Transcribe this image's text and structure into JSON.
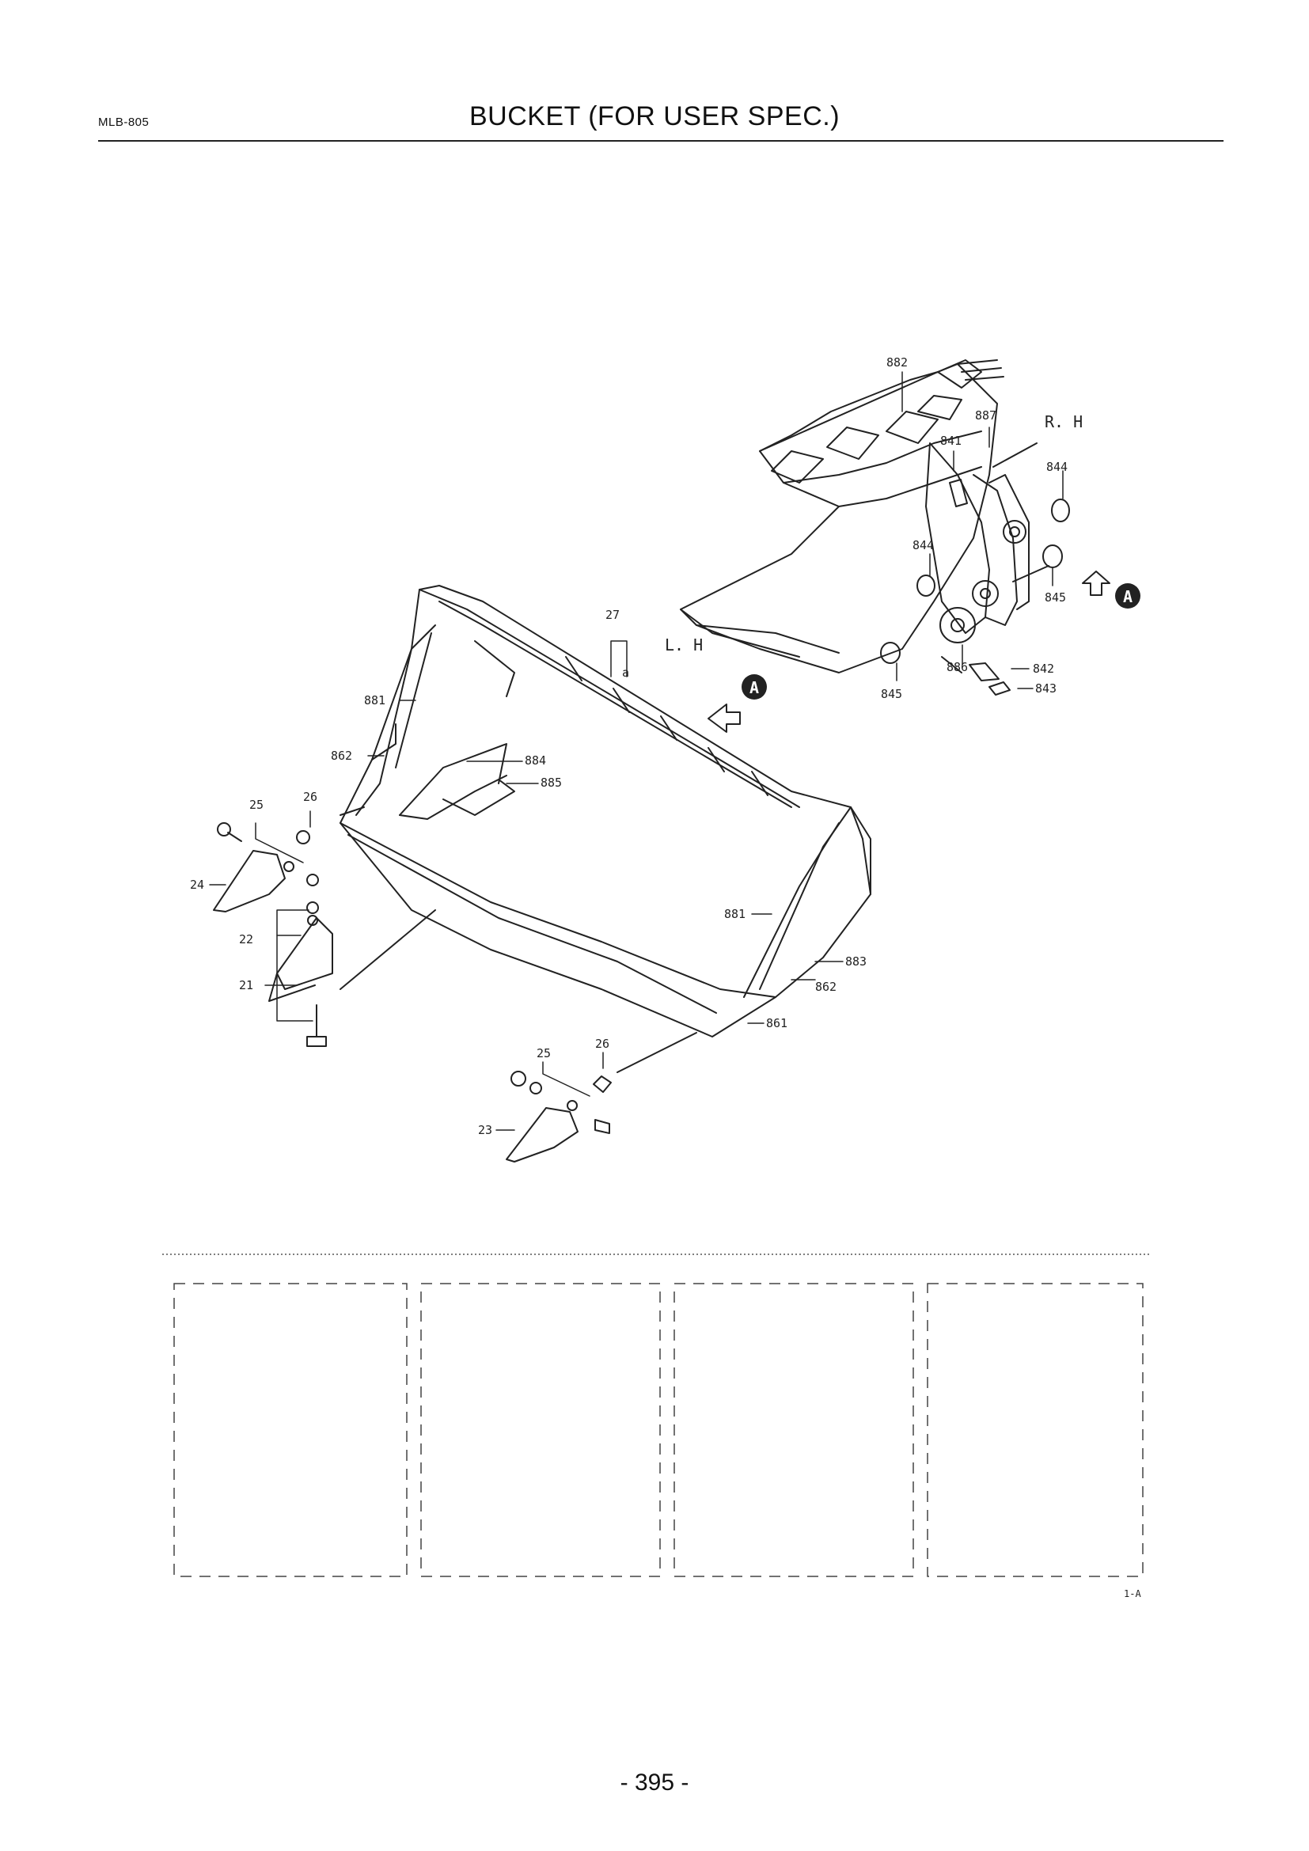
{
  "header": {
    "doc_code": "MLB-805",
    "title": "BUCKET (FOR USER SPEC.)"
  },
  "diagram": {
    "view_labels": {
      "right_hand": "R. H",
      "left_hand": "L. H",
      "detail": "A"
    },
    "callouts": {
      "c882": "882",
      "c887": "887",
      "c841": "841",
      "c844a": "844",
      "c844b": "844",
      "c845a": "845",
      "c845b": "845",
      "c886": "886",
      "c842": "842",
      "c843": "843",
      "c27": "27",
      "ca": "a",
      "c881a": "881",
      "c881b": "881",
      "c862a": "862",
      "c862b": "862",
      "c884": "884",
      "c885": "885",
      "c883": "883",
      "c861": "861",
      "c25a": "25",
      "c25b": "25",
      "c26a": "26",
      "c26b": "26",
      "c24": "24",
      "c22": "22",
      "c21": "21",
      "c23": "23"
    },
    "figure_ref": "1-A"
  },
  "footer": {
    "page_number": "- 395 -"
  }
}
